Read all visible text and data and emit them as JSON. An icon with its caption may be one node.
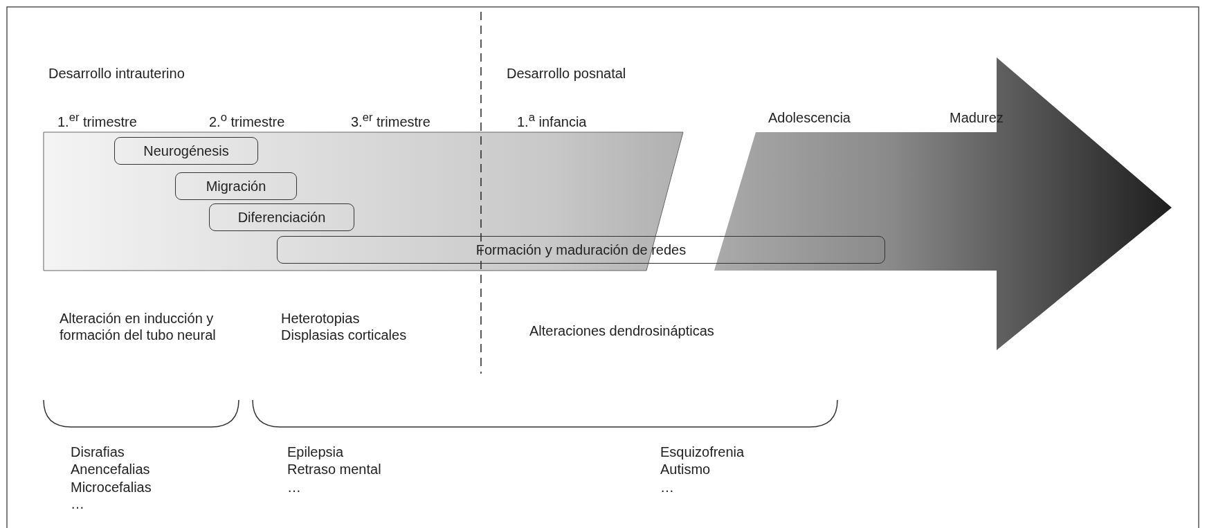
{
  "diagram": {
    "nodes": [
      {
        "text": [
          "Neurogénesis"
        ]
      },
      {
        "text": [
          "Migración"
        ]
      },
      {
        "text": [
          "Diferenciación"
        ]
      },
      {
        "text": [
          "Formación y maduración de redes"
        ]
      }
    ],
    "labels": [
      "Desarrollo intrauterino",
      "Desarrollo posnatal",
      "1.$^{er}$ trimestre",
      "2.$^{o}$ trimestre",
      "3.$^{er}$ trimestre",
      "1.$^{a}$ infancia",
      "Adolescencia",
      "Madurez",
      "Alteración en inducción y formación del tubo neural",
      "Heterotopias",
      "Displasias corticales",
      "Alteraciones dendrosinápticas",
      "Disrafias",
      "Anencefalias",
      "Microcefalias",
      "…",
      "Epilepsia",
      "Retraso mental",
      "…",
      "Esquizofrenia",
      "Autismo",
      "…"
    ]
  }
}
